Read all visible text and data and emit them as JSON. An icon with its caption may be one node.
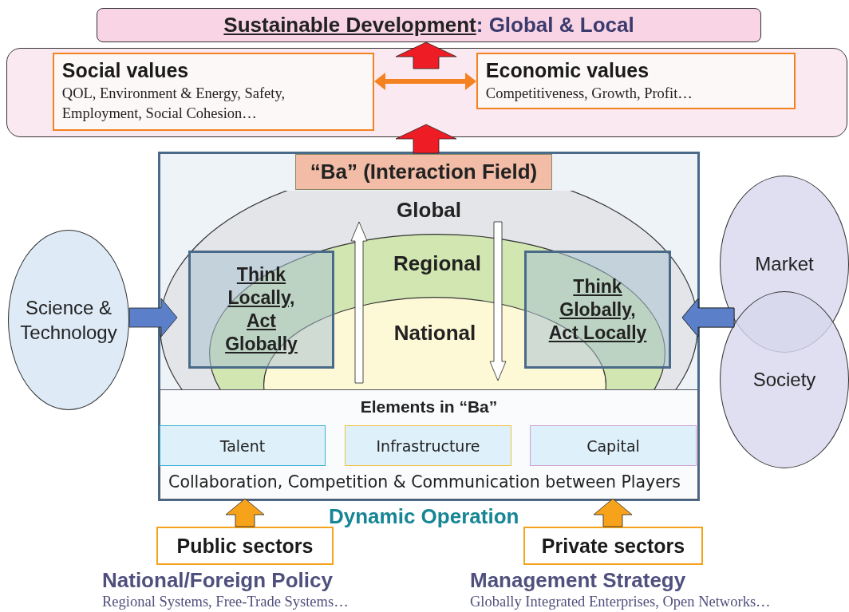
{
  "diagram": {
    "nodes": [
      {
        "text": [
          "*Sustainable Development*: Global & Local"
        ]
      },
      {
        "text": [],
        "shape": "box"
      },
      {
        "text": [
          "Social values",
          "QOL, Environment & Energy, Safety, Employment, Social Cohesion…"
        ],
        "in": 1
      },
      {
        "text": [
          "Economic values",
          "Competitiveness, Growth, Profit…"
        ],
        "in": 1
      },
      {
        "text": [],
        "shape": "box"
      },
      {
        "text": [
          "“Ba” (Interaction Field)"
        ],
        "in": 4
      },
      {
        "text": [
          "Global"
        ],
        "in": 4
      },
      {
        "text": [
          "Regional"
        ],
        "in": 6
      },
      {
        "text": [
          "National"
        ],
        "in": 7
      },
      {
        "text": [
          "Think Locally, Act Globally"
        ],
        "in": 6
      },
      {
        "text": [
          "Think Globally, Act Locally"
        ],
        "in": 7
      },
      {
        "text": [
          "Elements in “Ba”"
        ],
        "in": 4
      },
      {
        "text": [
          "Talent"
        ],
        "in": 11
      },
      {
        "text": [
          "Infrastructure"
        ]
      },
      {
        "text": [
          "Capital"
        ],
        "in": 11
      },
      {
        "text": [
          "Science & Technology"
        ]
      },
      {
        "text": [
          "Market"
        ]
      },
      {
        "text": [
          "Society"
        ]
      },
      {
        "text": [
          "Public sectors"
        ],
        "beside": [
          "National/Foreign Policy",
          "Regional Systems, Free-Trade Systems…"
        ]
      },
      {
        "text": [
          "Private sectors"
        ],
        "beside": [
          "Management Strategy",
          "Globally Integrated Enterprises, Open Networks…"
        ]
      }
    ],
    "edges": [
      {
        "from": 1,
        "to": 0,
        "arrow": "to",
        "style": "thick",
        "color": "#ee1c25"
      },
      {
        "from": 4,
        "to": 1,
        "arrow": "to",
        "style": "thick",
        "color": "#ee1c25"
      },
      {
        "from": 2,
        "to": 3,
        "arrow": "both",
        "color": "#f58220"
      },
      {
        "from": 15,
        "to": 4,
        "arrow": "to",
        "style": "thick",
        "color": "#5b7fc8"
      },
      {
        "from": 16,
        "to": 4,
        "arrow": "to",
        "style": "thick",
        "color": "#5b7fc8"
      },
      {
        "from": 17,
        "to": 4,
        "arrow": "to",
        "style": "thick",
        "color": "#5b7fc8"
      },
      {
        "from": 18,
        "to": 4,
        "arrow": "to",
        "style": "thick",
        "color": "#f7a21b"
      },
      {
        "from": 19,
        "to": 4,
        "arrow": "to",
        "style": "thick",
        "color": "#f7a21b"
      }
    ],
    "labels": [
      "Collaboration, Competition & Communication between Players",
      "Dynamic Operation"
    ]
  }
}
